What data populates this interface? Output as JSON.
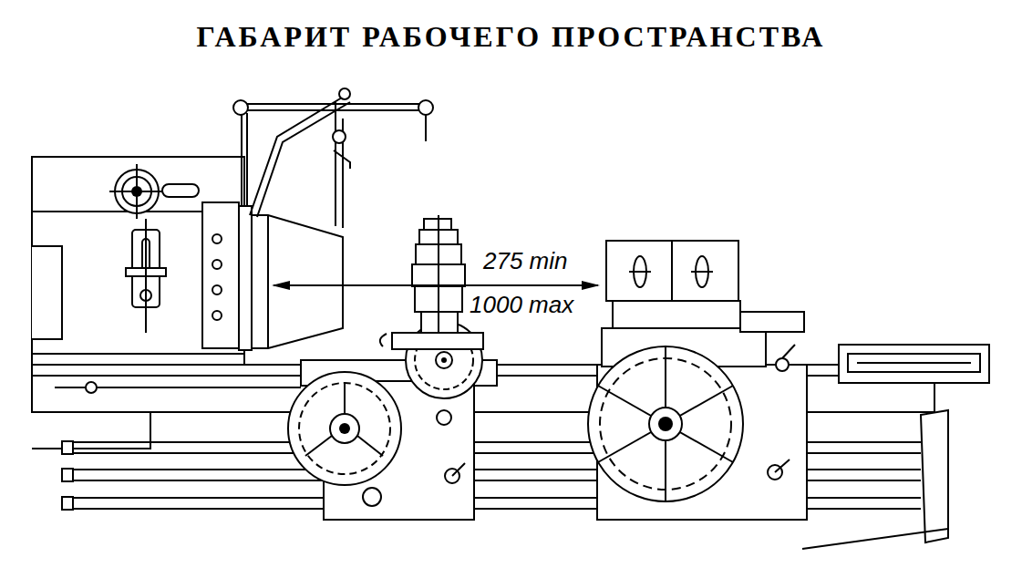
{
  "diagram": {
    "title": "ГАБАРИТ РАБОЧЕГО ПРОСТРАНСТВА",
    "labels": [
      "275 min",
      "1000 max"
    ]
  }
}
